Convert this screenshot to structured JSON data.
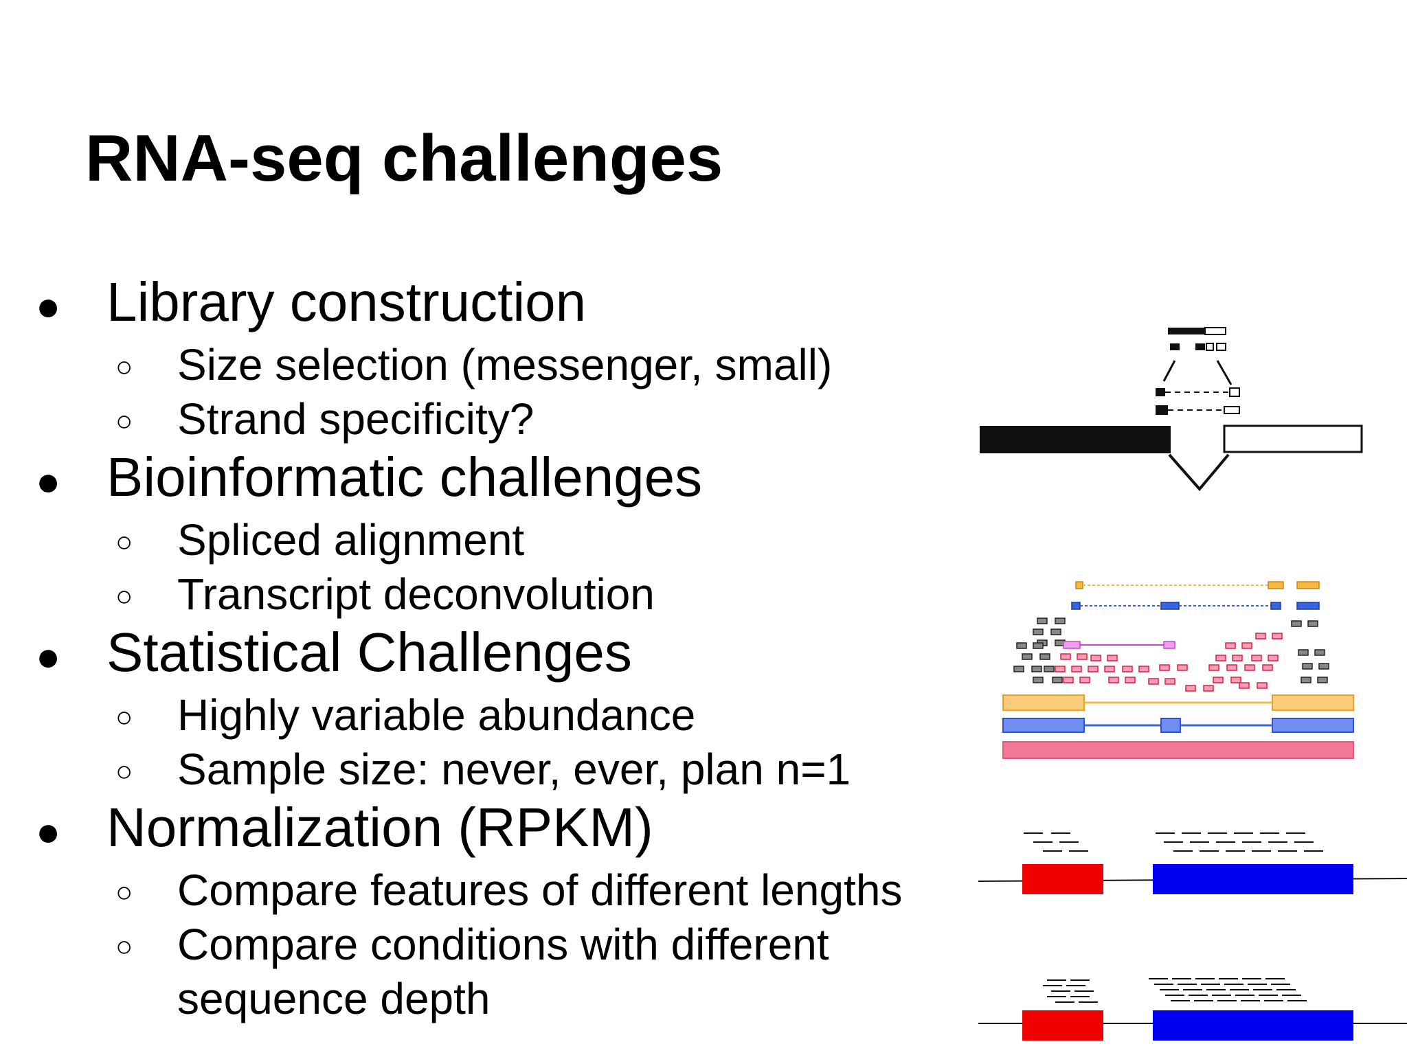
{
  "slide": {
    "title": "RNA-seq challenges",
    "sections": [
      {
        "heading": "Library construction",
        "items": [
          "Size selection (messenger, small)",
          "Strand specificity?"
        ]
      },
      {
        "heading": "Bioinformatic challenges",
        "items": [
          "Spliced alignment",
          "Transcript deconvolution"
        ]
      },
      {
        "heading": "Statistical Challenges",
        "items": [
          "Highly variable abundance",
          "Sample size: never, ever, plan n=1"
        ]
      },
      {
        "heading": "Normalization (RPKM)",
        "items": [
          "Compare features of different lengths",
          "Compare conditions with different",
          "sequence depth"
        ]
      }
    ],
    "bullet_glyph": "●",
    "sub_bullet_glyph": "○"
  },
  "colors": {
    "exon_dark": "#111111",
    "orange": "#f5b841",
    "blue": "#3a63e0",
    "pink": "#e8567a",
    "red": "#f00000",
    "deep_blue": "#0000f0",
    "magenta": "#cc44cc"
  }
}
